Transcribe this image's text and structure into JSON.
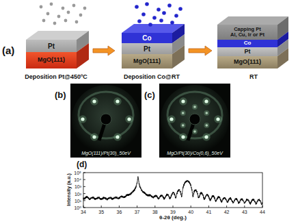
{
  "diagram": {
    "nodes": [
      {
        "text": [
          "Deposition Pt@450ºC"
        ]
      },
      {
        "text": [
          "Pt"
        ],
        "in": 0
      },
      {
        "text": [
          "MgO(111)"
        ],
        "in": 0
      },
      {
        "text": [
          "Deposition Co@RT"
        ]
      },
      {
        "text": [
          "Co"
        ],
        "in": 3
      },
      {
        "text": [
          "Pt"
        ],
        "in": 3
      },
      {
        "text": [
          "MgO(111)"
        ],
        "in": 3
      },
      {
        "text": [
          "RT"
        ]
      },
      {
        "text": [
          "Capping Pt",
          "Al, Cu, Ir or Pt"
        ],
        "in": 7
      },
      {
        "text": [
          "Co"
        ],
        "in": 7
      },
      {
        "text": [
          "Pt"
        ],
        "in": 7
      },
      {
        "text": [
          "MgO(111)"
        ],
        "in": 7
      },
      {
        "text": [
          "MgO(111)/Pt(30)_50eV"
        ]
      },
      {
        "text": [
          "MgO/Pt(30)/Co(0,6)_50eV"
        ]
      }
    ],
    "edges": [
      {
        "from": 0,
        "to": 3,
        "arrow": "to"
      },
      {
        "from": 3,
        "to": 7,
        "arrow": "to"
      }
    ],
    "labels": [
      "(a)",
      "(b)",
      "(c)",
      "(d)",
      "Intensity (a.u.)",
      "10⁵",
      "10⁴",
      "10³",
      "10²",
      "10¹",
      "10⁰",
      "34",
      "35",
      "36",
      "37",
      "38",
      "39",
      "40",
      "41",
      "42",
      "43",
      "44",
      "θ-2θ (deg.)"
    ]
  }
}
